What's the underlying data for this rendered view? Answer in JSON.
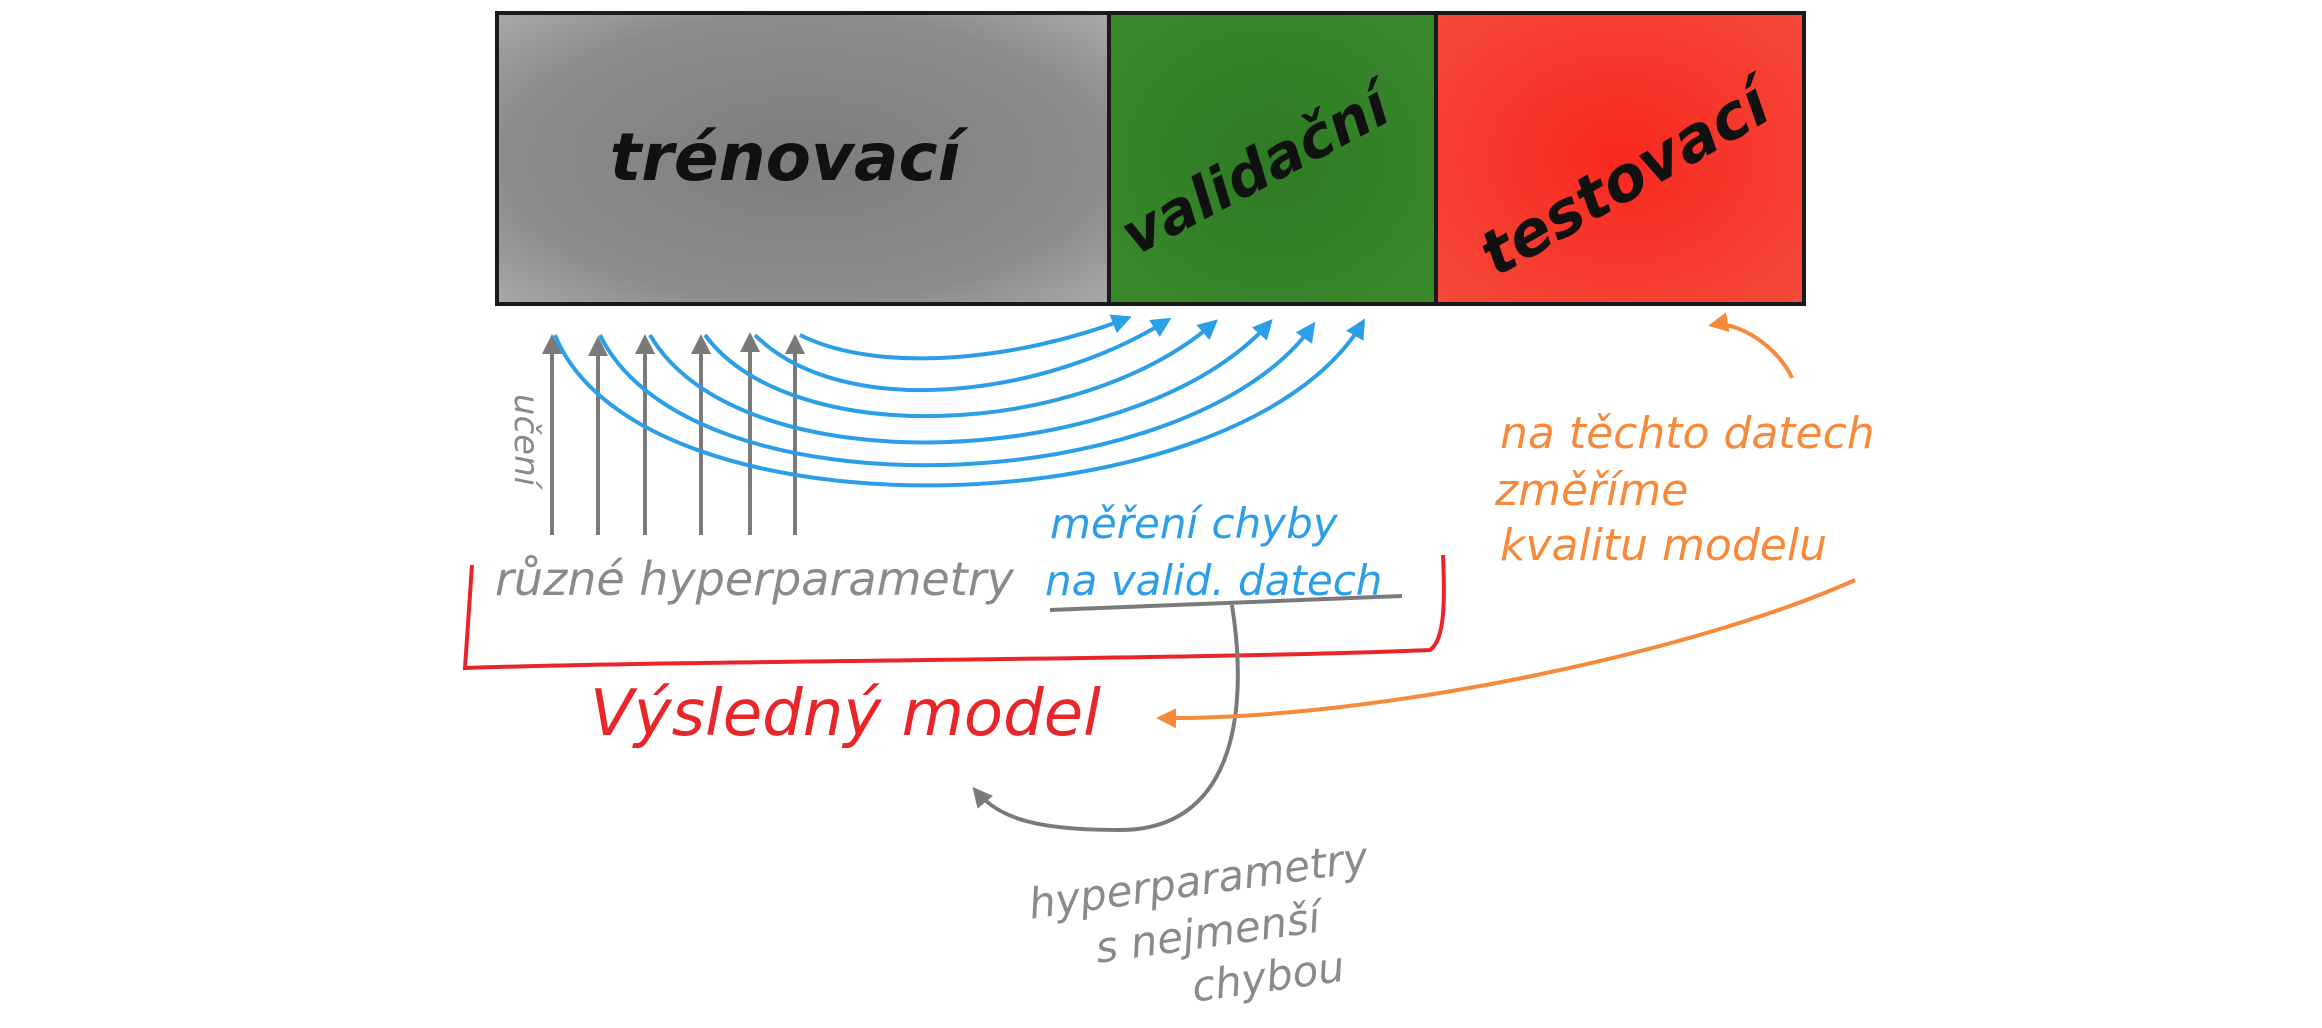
{
  "blocks": {
    "train_label": "trénovací",
    "valid_label": "validační",
    "test_label": "testovací"
  },
  "annotations": {
    "training": "učení",
    "hyperparams": "různé hyperparametry",
    "error_line1": "měření chyby",
    "error_line2": "na valid. datech",
    "result_model": "Výsledný model",
    "best_line1": "hyperparametry",
    "best_line2": "s nejmenší",
    "best_line3": "chybou",
    "test_line1": "na těchto datech",
    "test_line2": "změříme",
    "test_line3": "kvalitu modelu"
  },
  "colors": {
    "train": "#8a8a8a",
    "valid": "#2f7a24",
    "test": "#f5271f",
    "blue": "#2b9ee8",
    "gray": "#8a8a8a",
    "red": "#e8262a",
    "orange": "#f7893a"
  }
}
